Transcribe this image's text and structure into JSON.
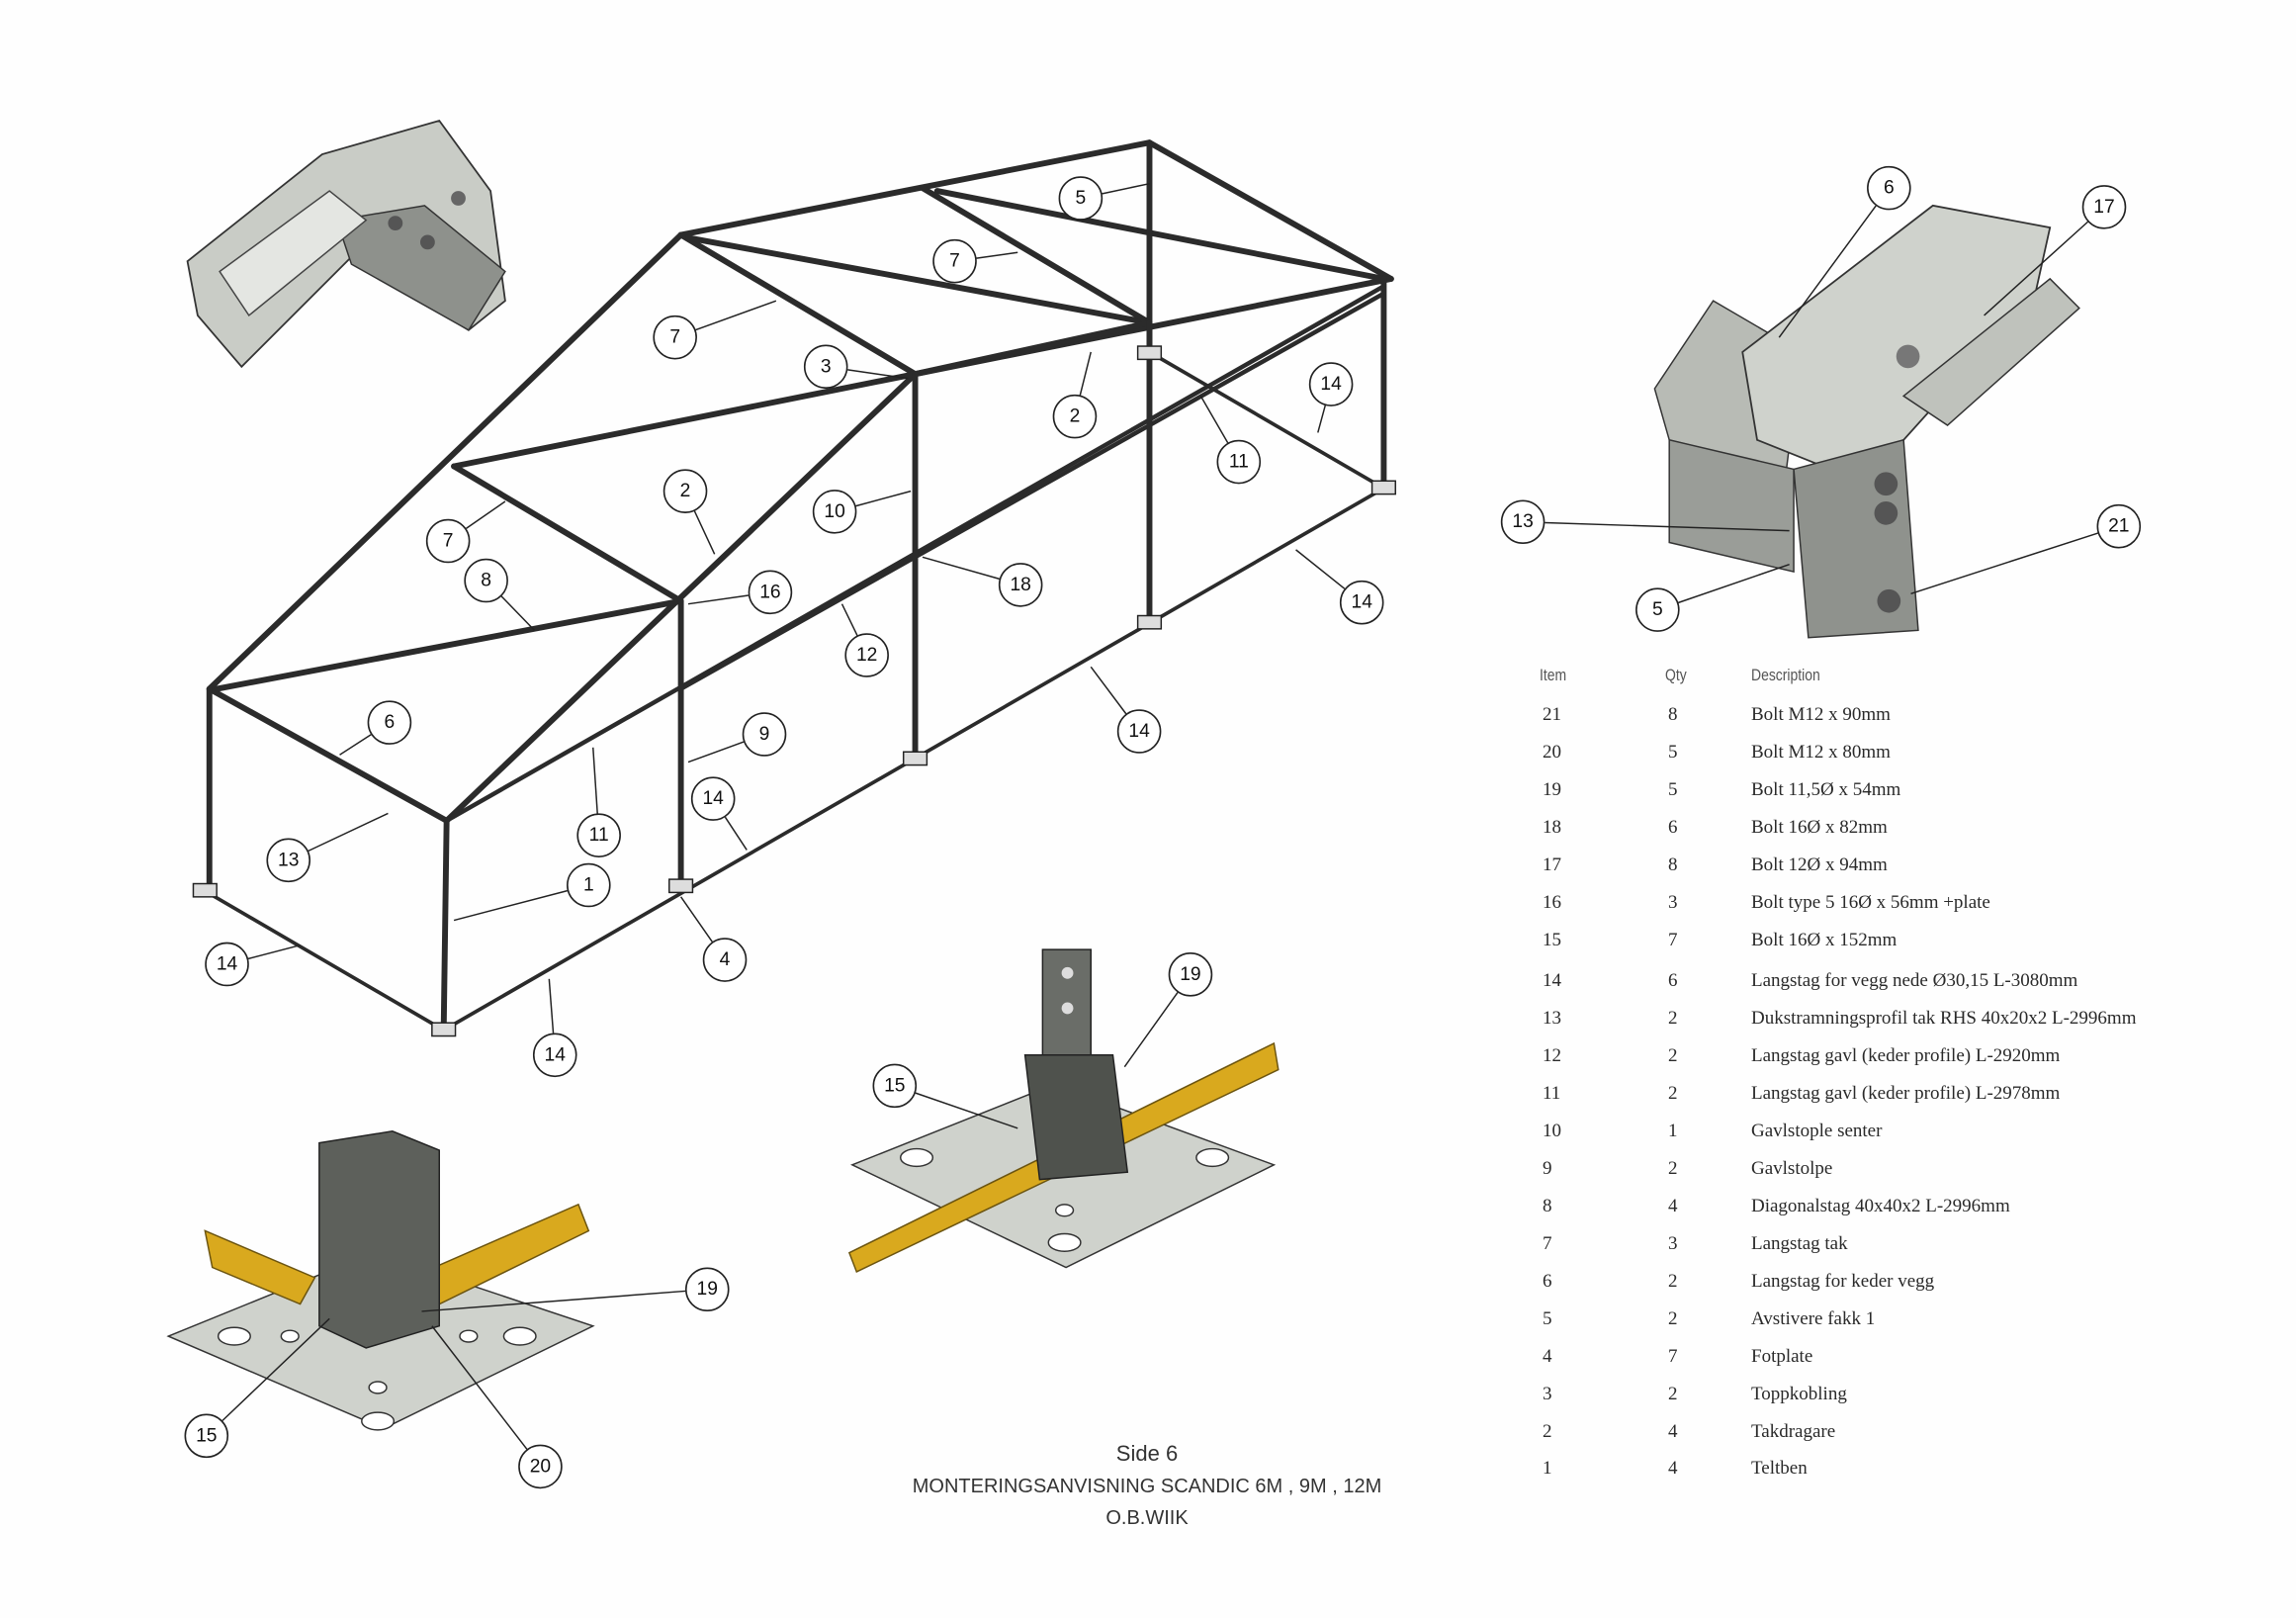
{
  "parts_table": {
    "headers": {
      "item": "Item",
      "qty": "Qty",
      "description": "Description"
    },
    "rows": [
      {
        "item": "21",
        "qty": "8",
        "description": "Bolt M12 x 90mm"
      },
      {
        "item": "20",
        "qty": "5",
        "description": "Bolt M12 x 80mm"
      },
      {
        "item": "19",
        "qty": "5",
        "description": "Bolt 11,5Ø x 54mm"
      },
      {
        "item": "18",
        "qty": "6",
        "description": "Bolt 16Ø x 82mm"
      },
      {
        "item": "17",
        "qty": "8",
        "description": "Bolt 12Ø x 94mm"
      },
      {
        "item": "16",
        "qty": "3",
        "description": "Bolt type 5 16Ø x 56mm +plate"
      },
      {
        "item": "15",
        "qty": "7",
        "description": "Bolt 16Ø x 152mm"
      },
      {
        "item": "14",
        "qty": "6",
        "description": "Langstag for vegg nede Ø30,15  L-3080mm"
      },
      {
        "item": "13",
        "qty": "2",
        "description": "Dukstramningsprofil tak RHS 40x20x2 L-2996mm"
      },
      {
        "item": "12",
        "qty": "2",
        "description": "Langstag gavl (keder profile) L-2920mm"
      },
      {
        "item": "11",
        "qty": "2",
        "description": "Langstag gavl (keder profile) L-2978mm"
      },
      {
        "item": "10",
        "qty": "1",
        "description": "Gavlstople senter"
      },
      {
        "item": "9",
        "qty": "2",
        "description": "Gavlstolpe"
      },
      {
        "item": "8",
        "qty": "4",
        "description": "Diagonalstag 40x40x2 L-2996mm"
      },
      {
        "item": "7",
        "qty": "3",
        "description": "Langstag tak"
      },
      {
        "item": "6",
        "qty": "2",
        "description": "Langstag for keder vegg"
      },
      {
        "item": "5",
        "qty": "2",
        "description": "Avstivere fakk 1"
      },
      {
        "item": "4",
        "qty": "7",
        "description": "Fotplate"
      },
      {
        "item": "3",
        "qty": "2",
        "description": "Toppkobling"
      },
      {
        "item": "2",
        "qty": "4",
        "description": "Takdragare"
      },
      {
        "item": "1",
        "qty": "4",
        "description": "Teltben"
      }
    ]
  },
  "footer": {
    "page": "Side 6",
    "title": "MONTERINGSANVISNING SCANDIC 6M , 9M , 12M",
    "author": "O.B.WIIK"
  },
  "callouts": [
    "5",
    "7",
    "7",
    "3",
    "2",
    "14",
    "11",
    "10",
    "2",
    "7",
    "8",
    "16",
    "18",
    "14",
    "12",
    "14",
    "9",
    "6",
    "14",
    "11",
    "13",
    "1",
    "4",
    "14",
    "14",
    "6",
    "17",
    "13",
    "21",
    "5",
    "19",
    "15",
    "19",
    "15",
    "20"
  ],
  "colors": {
    "frame": "#2b2b2b",
    "steel": "#c9ccc6",
    "strap": "#d9a91e",
    "background": "#fefefe"
  }
}
